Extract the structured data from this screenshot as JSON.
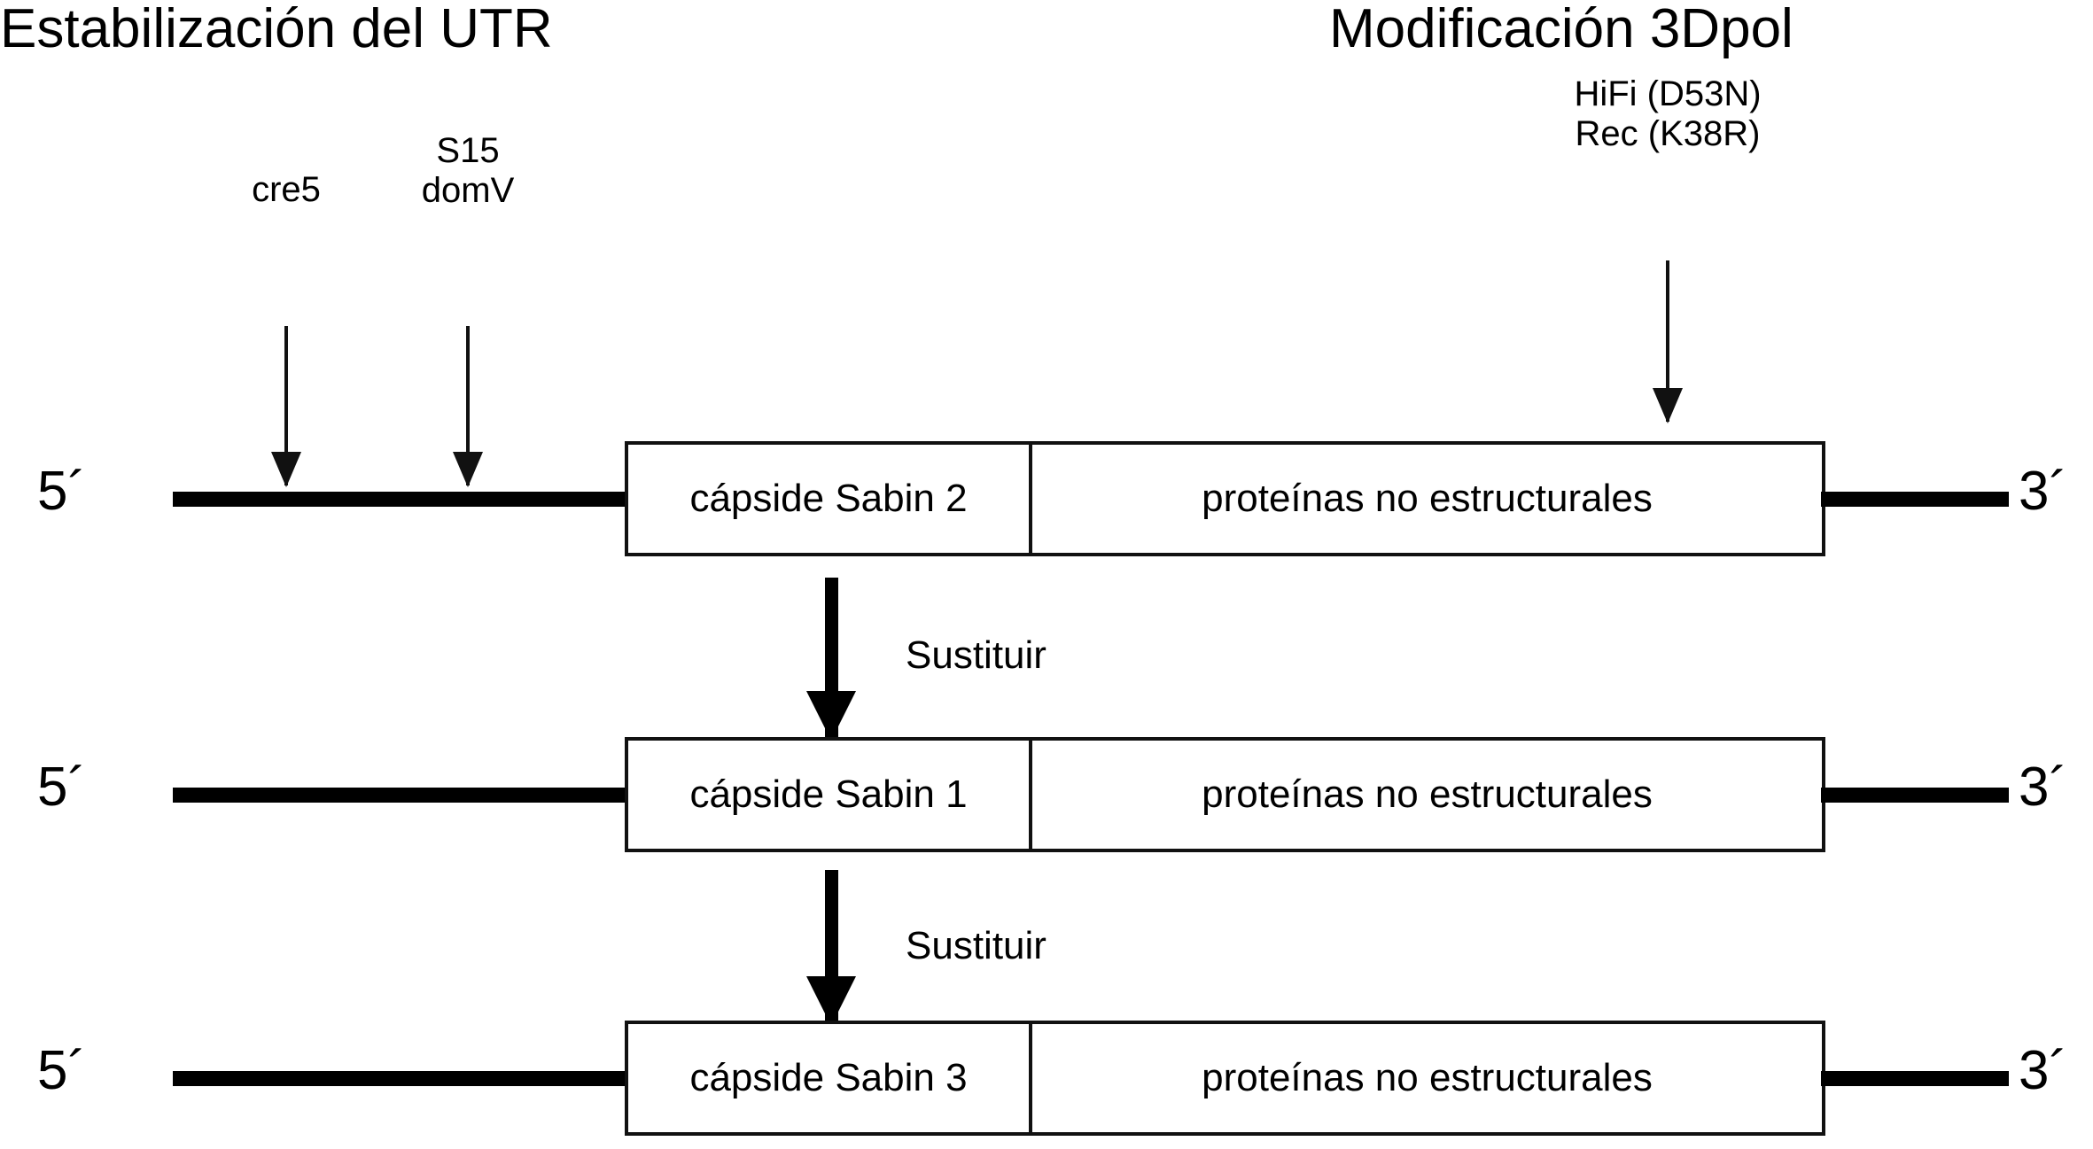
{
  "figure": {
    "kind": "polio-vaccine-genome-engineering-diagram",
    "language": "es"
  },
  "headings": {
    "left": "Estabilización del UTR",
    "right": "Modificación 3Dpol"
  },
  "annotations": {
    "cre5": "cre5",
    "s15": "S15",
    "domv": "domV",
    "pol_line1": "HiFi (D53N)",
    "pol_line2": "Rec (K38R)"
  },
  "genome_ends": {
    "five_prime": "5´",
    "three_prime": "3´"
  },
  "rows": [
    {
      "id": "row1",
      "capsid_label": "cápside Sabin 2",
      "nonstructural_label": "proteínas no estructurales"
    },
    {
      "id": "row2",
      "capsid_label": "cápside Sabin 1",
      "nonstructural_label": "proteínas no estructurales"
    },
    {
      "id": "row3",
      "capsid_label": "cápside Sabin 3",
      "nonstructural_label": "proteínas no estructurales"
    }
  ],
  "transitions": [
    {
      "id": "sub1",
      "label": "Sustituir"
    },
    {
      "id": "sub2",
      "label": "Sustituir"
    }
  ],
  "icons": {
    "cre5_arrow": "down-arrow-icon",
    "domv_arrow": "down-arrow-icon",
    "pol_arrow": "down-arrow-icon",
    "substitute_arrow": "thick-down-arrow-icon"
  },
  "colors": {
    "ink": "#000000",
    "stroke": "#111111",
    "background": "#ffffff"
  }
}
